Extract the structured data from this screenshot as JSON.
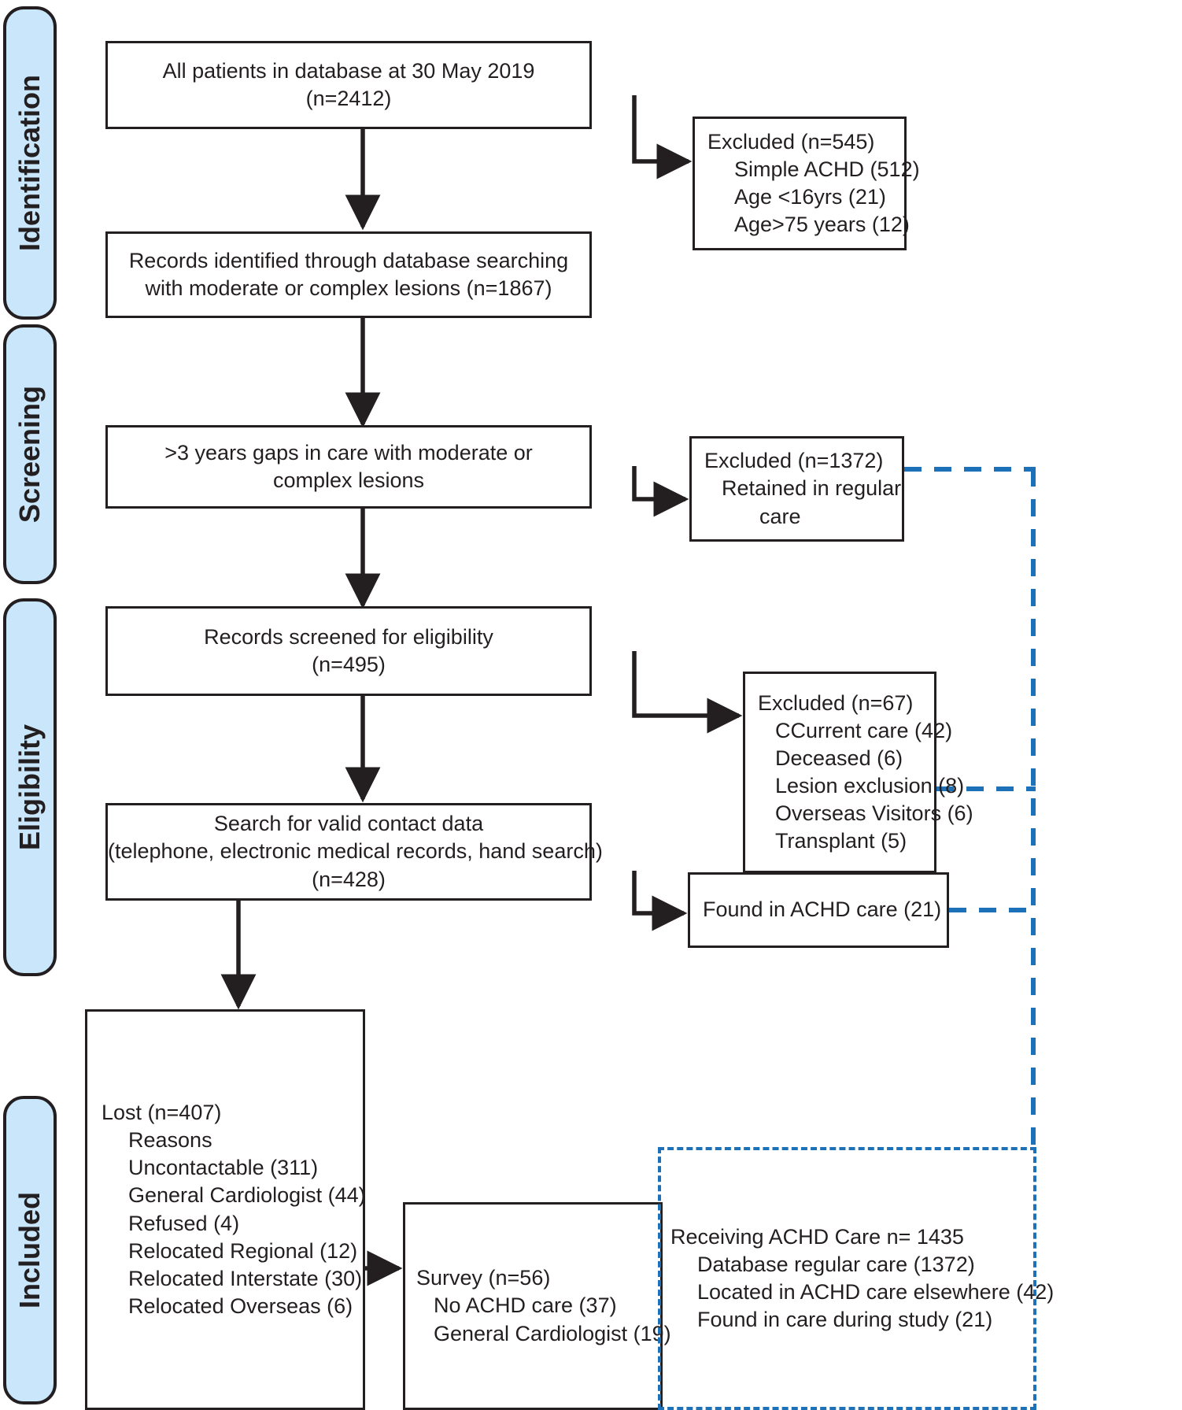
{
  "figure": {
    "type": "prisma-flow-diagram",
    "title": "Patient selection flow diagram",
    "accent_blue": "#1d71b8",
    "stage_fill": "#c9e6fa",
    "line_color": "#231f20"
  },
  "stages": [
    {
      "id": "identification",
      "label": "Identification"
    },
    {
      "id": "screening",
      "label": "Screening"
    },
    {
      "id": "eligibility",
      "label": "Eligibility"
    },
    {
      "id": "included",
      "label": "Included"
    }
  ],
  "boxes": {
    "all_patients": {
      "name": "all-patients-box",
      "lines": [
        "All patients in database at 30 May 2019",
        "(n=2412)"
      ]
    },
    "excluded_545": {
      "name": "excluded-545-box",
      "lines": [
        "Excluded (n=545)",
        "Simple ACHD (512)",
        "Age <16yrs (21)",
        "Age>75 years (12)"
      ]
    },
    "records_identified": {
      "name": "records-identified-box",
      "lines": [
        "Records identified through database searching",
        "with moderate or complex lesions (n=1867)"
      ]
    },
    "gaps_in_care": {
      "name": "gaps-in-care-box",
      "lines": [
        ">3 years gaps in care with moderate or",
        "complex lesions"
      ]
    },
    "excluded_1372": {
      "name": "excluded-1372-box",
      "lines": [
        "Excluded (n=1372)",
        "Retained in regular",
        "care"
      ]
    },
    "records_screened": {
      "name": "records-screened-box",
      "lines": [
        "Records screened for eligibility",
        "(n=495)"
      ]
    },
    "excluded_67": {
      "name": "excluded-67-box",
      "lines": [
        "Excluded (n=67)",
        "CCurrent care (42)",
        "Deceased (6)",
        "Lesion exclusion (8)",
        "Overseas Visitors (6)",
        "Transplant (5)"
      ]
    },
    "search_contact": {
      "name": "search-contact-data-box",
      "lines": [
        "Search for valid contact data",
        "(telephone, electronic medical records, hand search)",
        "(n=428)"
      ]
    },
    "found_in_achd": {
      "name": "found-in-achd-care-box",
      "lines": [
        "Found in ACHD care (21)"
      ]
    },
    "lost": {
      "name": "lost-box",
      "lines": [
        "Lost (n=407)",
        "Reasons",
        "Uncontactable (311)",
        "General Cardiologist (44)",
        "Refused (4)",
        "Relocated Regional (12)",
        "Relocated Interstate (30)",
        "Relocated Overseas (6)"
      ]
    },
    "survey": {
      "name": "survey-box",
      "lines": [
        "Survey (n=56)",
        "No ACHD care (37)",
        "General Cardiologist (19)"
      ]
    },
    "receiving_care": {
      "name": "receiving-achd-care-box",
      "lines": [
        "Receiving ACHD Care n= 1435",
        "Database regular care (1372)",
        "Located in ACHD care elsewhere (42)",
        "Found in care during study (21)"
      ]
    }
  }
}
